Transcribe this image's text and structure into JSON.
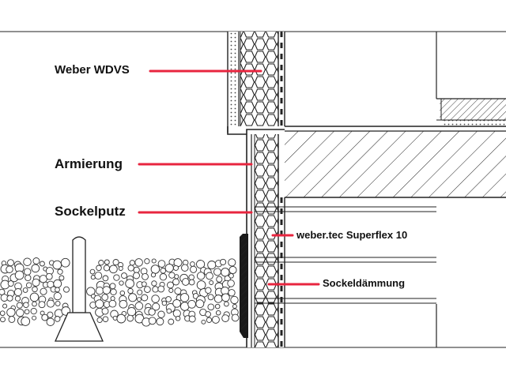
{
  "labels": {
    "weber_wdvs": "Weber WDVS",
    "armierung": "Armierung",
    "sockelputz": "Sockelputz",
    "superflex": "weber.tec Superflex 10",
    "sockeldaemmung": "Sockeldämmung"
  },
  "colors": {
    "leader": "#e8253f",
    "line": "#1a1a1a",
    "background": "#ffffff"
  }
}
